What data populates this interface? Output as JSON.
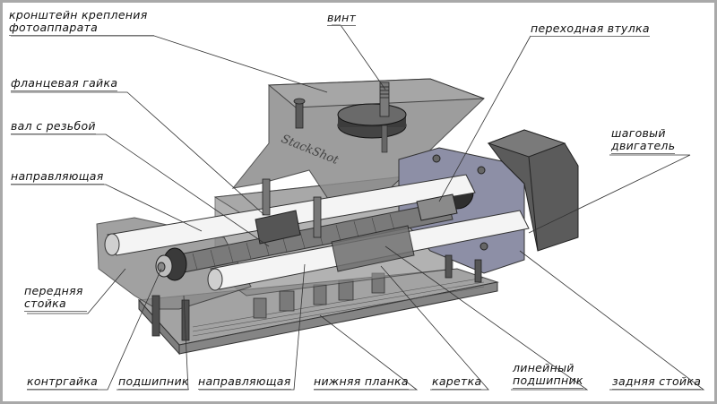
{
  "diagram": {
    "type": "exploded-cutaway assembly drawing",
    "logo_text": "StackShot",
    "colors": {
      "background": "#ffffff",
      "frame": "#a9a9a9",
      "housing": "#8f8f8f",
      "rod": "#f2f2f2",
      "motor": "#5b5b5b",
      "flange": "#8d8fa6",
      "leader": "#333333"
    },
    "labels": {
      "camera_bracket": [
        "кронштейн крепления",
        "фотоаппарата"
      ],
      "screw": "винт",
      "adapter_sleeve": "переходная втулка",
      "flange_nut": "фланцевая гайка",
      "threaded_shaft": "вал с резьбой",
      "guide_top": "направляющая",
      "stepper_motor": [
        "шаговый",
        "двигатель"
      ],
      "front_post": [
        "передняя",
        "стойка"
      ],
      "lock_nut": "контргайка",
      "bearing": "подшипник",
      "guide_bottom": "направляющая",
      "bottom_plate": "нижняя планка",
      "carriage": "каретка",
      "linear_bearing": [
        "линейный",
        "подшипник"
      ],
      "rear_post": "задняя стойка"
    }
  }
}
